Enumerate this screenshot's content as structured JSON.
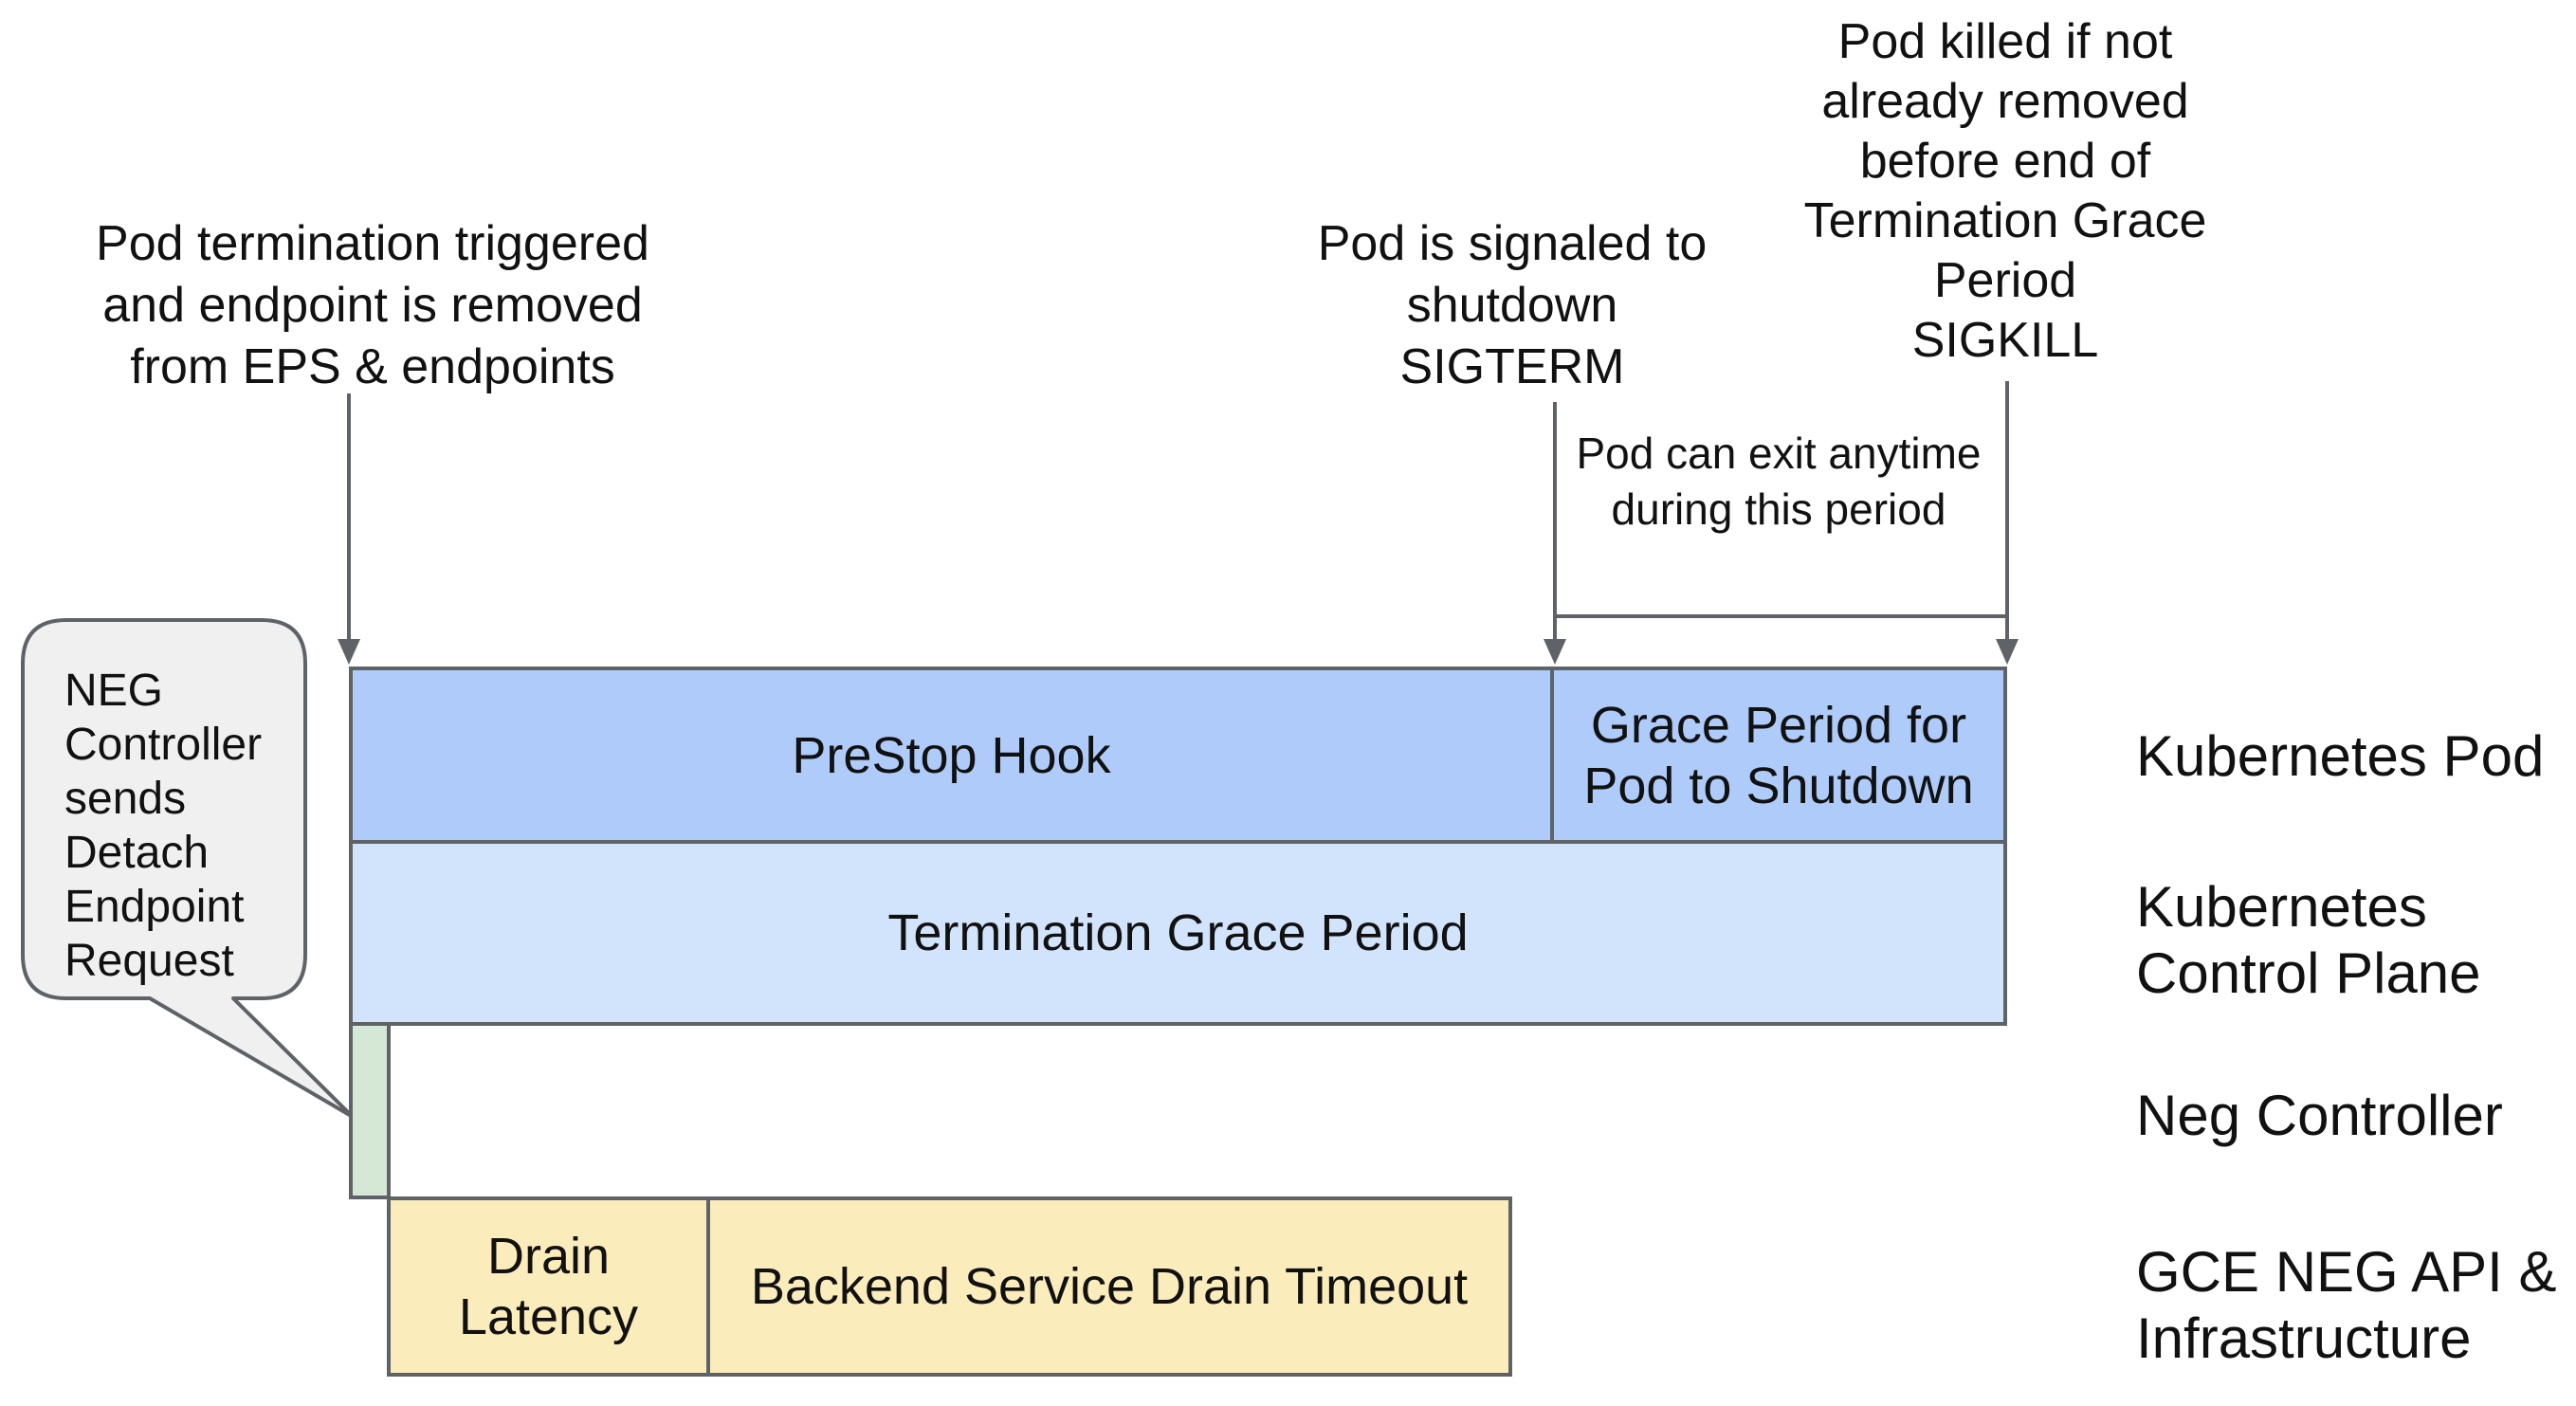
{
  "colors": {
    "bar_blue_medium": "#aecbfa",
    "bar_blue_light": "#d2e3fc",
    "bar_green": "#d5e8d6",
    "bar_yellow": "#fbedbb",
    "bubble_fill": "#f0f0f0",
    "border": "#5f6368",
    "arrow": "#5f6368",
    "text": "#111111",
    "canvas_bg": "#ffffff"
  },
  "top_annotations": {
    "pod_termination_trigger": "Pod termination triggered\nand endpoint is removed\nfrom EPS & endpoints",
    "pod_signaled": "Pod is signaled to\nshutdown\nSIGTERM",
    "pod_killed": "Pod killed if not\nalready removed\nbefore end of\nTermination Grace\nPeriod\nSIGKILL",
    "pod_can_exit": "Pod can exit anytime\nduring this period"
  },
  "callout": {
    "text": "NEG\nController\nsends\nDetach\nEndpoint\nRequest"
  },
  "bars": {
    "prestop": "PreStop Hook",
    "grace_period": "Grace Period for\nPod to Shutdown",
    "termination_grace": "Termination Grace Period",
    "drain_latency": "Drain\nLatency",
    "backend_drain": "Backend Service Drain Timeout"
  },
  "lane_labels": {
    "kubernetes_pod": "Kubernetes Pod",
    "kubernetes_control_plane": "Kubernetes\nControl Plane",
    "neg_controller": "Neg Controller",
    "gce_neg_api": "GCE NEG API &\nInfrastructure"
  }
}
